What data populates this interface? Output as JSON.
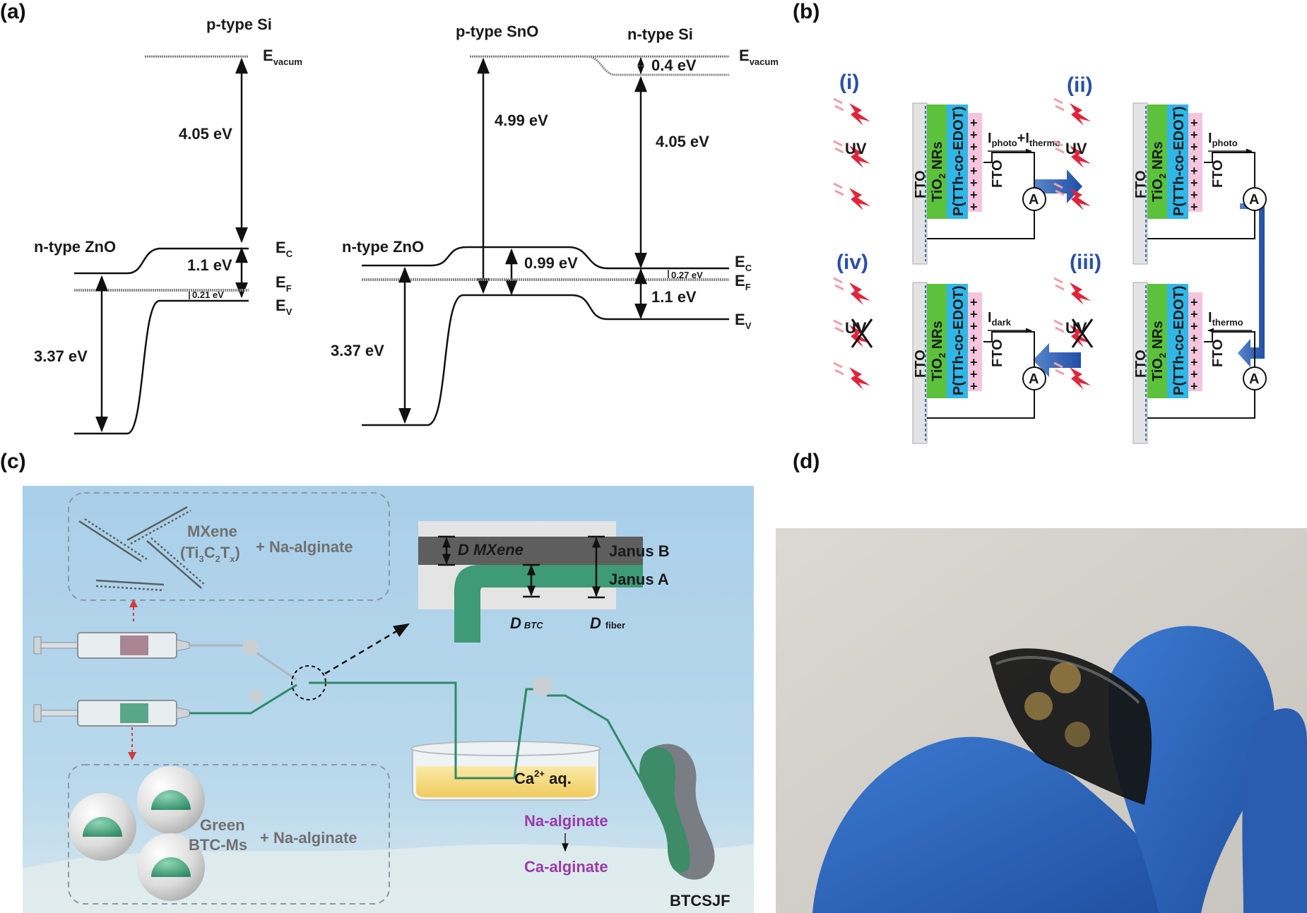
{
  "panels": {
    "a": "(a)",
    "b": "(b)",
    "c": "(c)",
    "d": "(d)"
  },
  "panel_a": {
    "left": {
      "top_material": "p-type Si",
      "left_material": "n-type ZnO",
      "evac": "E",
      "evac_sub": "vacum",
      "ec": "E",
      "ec_sub": "C",
      "ef": "E",
      "ef_sub": "F",
      "ev": "E",
      "ev_sub": "V",
      "gap_405": "4.05 eV",
      "gap_11": "1.1 eV",
      "gap_021": "0.21 eV",
      "gap_337": "3.37 eV"
    },
    "right": {
      "left_top_material": "p-type SnO",
      "right_top_material": "n-type Si",
      "left_material": "n-type ZnO",
      "evac": "E",
      "evac_sub": "vacum",
      "ec": "E",
      "ec_sub": "C",
      "ef": "E",
      "ef_sub": "F",
      "ev": "E",
      "ev_sub": "V",
      "gap_04": "0.4 eV",
      "gap_499": "4.99 eV",
      "gap_405": "4.05 eV",
      "gap_099": "0.99 eV",
      "gap_027": "0.27 eV",
      "gap_11": "1.1 eV",
      "gap_337": "3.37 eV"
    }
  },
  "panel_b": {
    "steps": [
      "(i)",
      "(ii)",
      "(iii)",
      "(iv)"
    ],
    "uv": "UV",
    "fto": "FTO",
    "tio2_a": "TiO",
    "tio2_sub": "2",
    "tio2_b": " NRs",
    "polymer": "P(TTh-co-EDOT)",
    "ammeter": "A",
    "plus": "+",
    "currents": {
      "i_main": "I",
      "i_sub1": "photo",
      "i_plus": "+I",
      "i_sub2": "thermo",
      "ii_main": "I",
      "ii_sub": "photo",
      "iii_main": "I",
      "iii_sub": "thermo",
      "iv_main": "I",
      "iv_sub": "dark"
    }
  },
  "panel_c": {
    "mxene_a": "MXene",
    "mxene_b1": "(Ti",
    "mxene_b_s1": "3",
    "mxene_b2": "C",
    "mxene_b_s2": "2",
    "mxene_b3": "T",
    "mxene_b_s3": "x",
    "mxene_b4": ")",
    "mxene_plus": "+ Na-alginate",
    "green_a": "Green",
    "green_b": "BTC-Ms",
    "green_plus": "+ Na-alginate",
    "d_mxene": "D MXene",
    "janus_b": "Janus B",
    "janus_a": "Janus A",
    "d_btc": "D",
    "d_btc_sub": "BTC",
    "d_fiber": "D",
    "d_fiber_sub": "fiber",
    "ca": "Ca",
    "ca_sup": "2+",
    "ca_aq": " aq.",
    "na_alg": "Na-alginate",
    "ca_alg": "Ca-alginate",
    "product": "BTCSJF"
  }
}
